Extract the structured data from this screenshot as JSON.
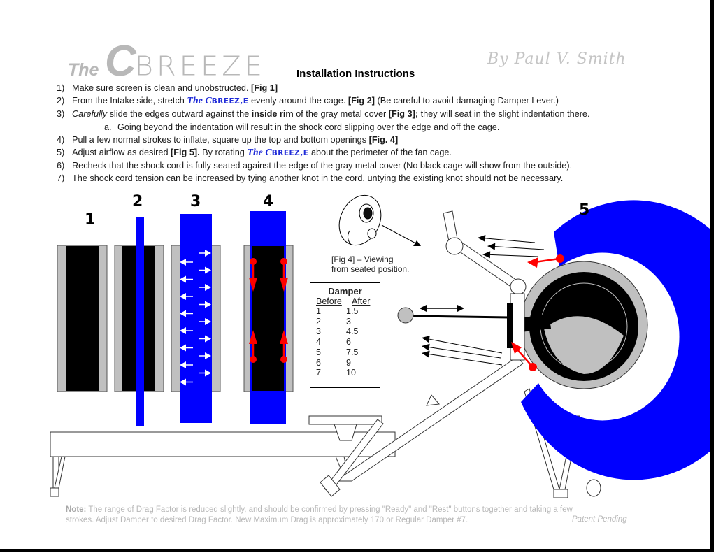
{
  "header": {
    "title_the": "The",
    "title_c": "C",
    "title_breeze": "BREEZE",
    "author": "By Paul V. Smith",
    "heading": "Installation Instructions"
  },
  "brand_inline": {
    "the": "The",
    "c": "C",
    "rest": "BREEZ,E"
  },
  "steps": [
    {
      "num": "1)",
      "parts": [
        "Make sure screen is clean and unobstructed. ",
        "[Fig 1]"
      ]
    },
    {
      "num": "2)",
      "parts": [
        "From the Intake side, stretch ",
        " evenly around the cage. ",
        "[Fig 2]",
        " (Be careful to avoid damaging Damper Lever.)"
      ]
    },
    {
      "num": "3)",
      "parts": [
        "Carefully",
        " slide the edges outward against the ",
        "inside rim",
        " of the gray metal cover ",
        "[Fig 3];",
        " they will seat in the slight indentation there."
      ]
    },
    {
      "num": "a.",
      "parts": [
        "Going beyond the indentation will result in the shock cord slipping over the edge and off the cage."
      ]
    },
    {
      "num": "4)",
      "parts": [
        "Pull a few normal strokes to inflate, square up the top and bottom openings ",
        "[Fig. 4]"
      ]
    },
    {
      "num": "5)",
      "parts": [
        "Adjust airflow as desired ",
        "[Fig 5].",
        " By rotating ",
        " about the perimeter of the fan cage."
      ]
    },
    {
      "num": "6)",
      "parts": [
        "Recheck that the shock cord is fully seated against the edge of the gray metal cover (No black cage will show from the outside)."
      ]
    },
    {
      "num": "7)",
      "parts": [
        "The shock cord tension can be increased by tying another knot in the cord, untying the existing knot should not be necessary."
      ]
    }
  ],
  "figures": {
    "labels": [
      "1",
      "2",
      "3",
      "4",
      "5"
    ],
    "fig4_caption_line1": "[Fig 4] – Viewing",
    "fig4_caption_line2": "from seated position."
  },
  "damper_table": {
    "title": "Damper",
    "headers": [
      "Before",
      "After"
    ],
    "rows": [
      [
        "1",
        "1.5"
      ],
      [
        "2",
        "3"
      ],
      [
        "3",
        "4.5"
      ],
      [
        "4",
        "6"
      ],
      [
        "5",
        "7.5"
      ],
      [
        "6",
        "9"
      ],
      [
        "7",
        "10"
      ]
    ]
  },
  "footer": {
    "note_label": "Note:",
    "note_line1": " The range of Drag Factor is reduced slightly, and should be confirmed by pressing \"Ready\" and \"Rest\" buttons together and taking a few",
    "note_line2": "strokes.  Adjust Damper to desired Drag Factor.  New Maximum Drag is approximately 170 or Regular Damper #7.",
    "patent": "Patent Pending"
  },
  "colors": {
    "blue": "#0000ff",
    "red": "#ff0000",
    "gray": "#c0c0c0",
    "title_gray": "#b8b8b8"
  }
}
